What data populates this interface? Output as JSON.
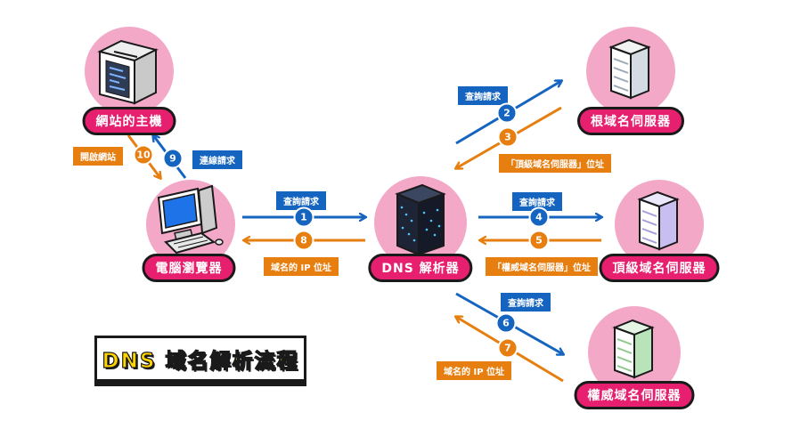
{
  "title": "DNS 域名解析流程",
  "nodes": {
    "website_host": "網站的主機",
    "browser": "電腦瀏覽器",
    "dns_resolver": "DNS 解析器",
    "root_server": "根域名伺服器",
    "tld_server": "頂級域名伺服器",
    "auth_server": "權威域名伺服器"
  },
  "steps": {
    "s1": {
      "num": "1",
      "label": "查詢請求"
    },
    "s2": {
      "num": "2",
      "label": "查詢請求"
    },
    "s3": {
      "num": "3",
      "label": "「頂級域名伺服器」位址"
    },
    "s4": {
      "num": "4",
      "label": "查詢請求"
    },
    "s5": {
      "num": "5",
      "label": "「權威域名伺服器」位址"
    },
    "s6": {
      "num": "6",
      "label": "查詢請求"
    },
    "s7": {
      "num": "7",
      "label": "域名的 IP 位址"
    },
    "s8": {
      "num": "8",
      "label": "域名的 IP 位址"
    },
    "s9": {
      "num": "9",
      "label": "連線請求"
    },
    "s10": {
      "num": "10",
      "label": "開啟網站"
    }
  },
  "colors": {
    "blue": "#1565c0",
    "orange": "#e67e10",
    "pink_circle": "#f3a8c8",
    "label_pink": "#e6206f",
    "title_yellow": "#ffd400"
  },
  "icons": {
    "website_host": "website-server-icon",
    "browser": "desktop-computer-icon",
    "dns_resolver": "dns-server-icon",
    "root_server": "server-rack-icon",
    "tld_server": "server-rack-icon",
    "auth_server": "server-rack-icon"
  }
}
